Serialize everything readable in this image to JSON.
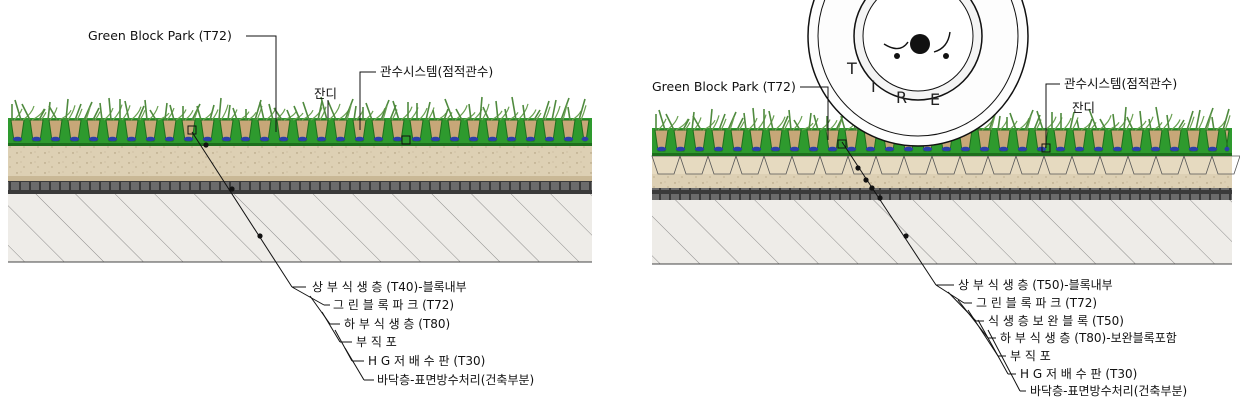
{
  "left": {
    "title": "Green Block Park (T72)",
    "irrigation": "관수시스템(점적관수)",
    "grass": "잔디",
    "legend": [
      "상 부 식 생 층 (T40)-블록내부",
      "그 린 블 록 파 크 (T72)",
      "하 부 식 생 층 (T80)",
      "부       직       포",
      "H  G  저  배  수  판  (T30)",
      "바닥층-표면방수처리(건축부분)"
    ]
  },
  "right": {
    "title": "Green Block Park (T72)",
    "irrigation": "관수시스템(점적관수)",
    "grass": "잔디",
    "tire_letters": [
      "T",
      "I",
      "R",
      "E"
    ],
    "legend": [
      "상 부 식 생 층 (T50)-블록내부",
      "그 린 블 록 파 크 (T72)",
      "식 생 층 보 완 블 록 (T50)",
      "하 부 식 생 층 (T80)-보완블록포함",
      "부       직       포",
      "H  G  저  배  수  판  (T30)",
      "바닥층-표면방수처리(건축부분)"
    ]
  },
  "colors": {
    "block_green": "#2e9a2e",
    "block_dark": "#1d6e1d",
    "soil": "#ddd0b4",
    "drain": "#3a3a3a",
    "concrete": "#e9e7e2",
    "grass": "#4f8a3e",
    "pot": "#2b3fa8"
  }
}
